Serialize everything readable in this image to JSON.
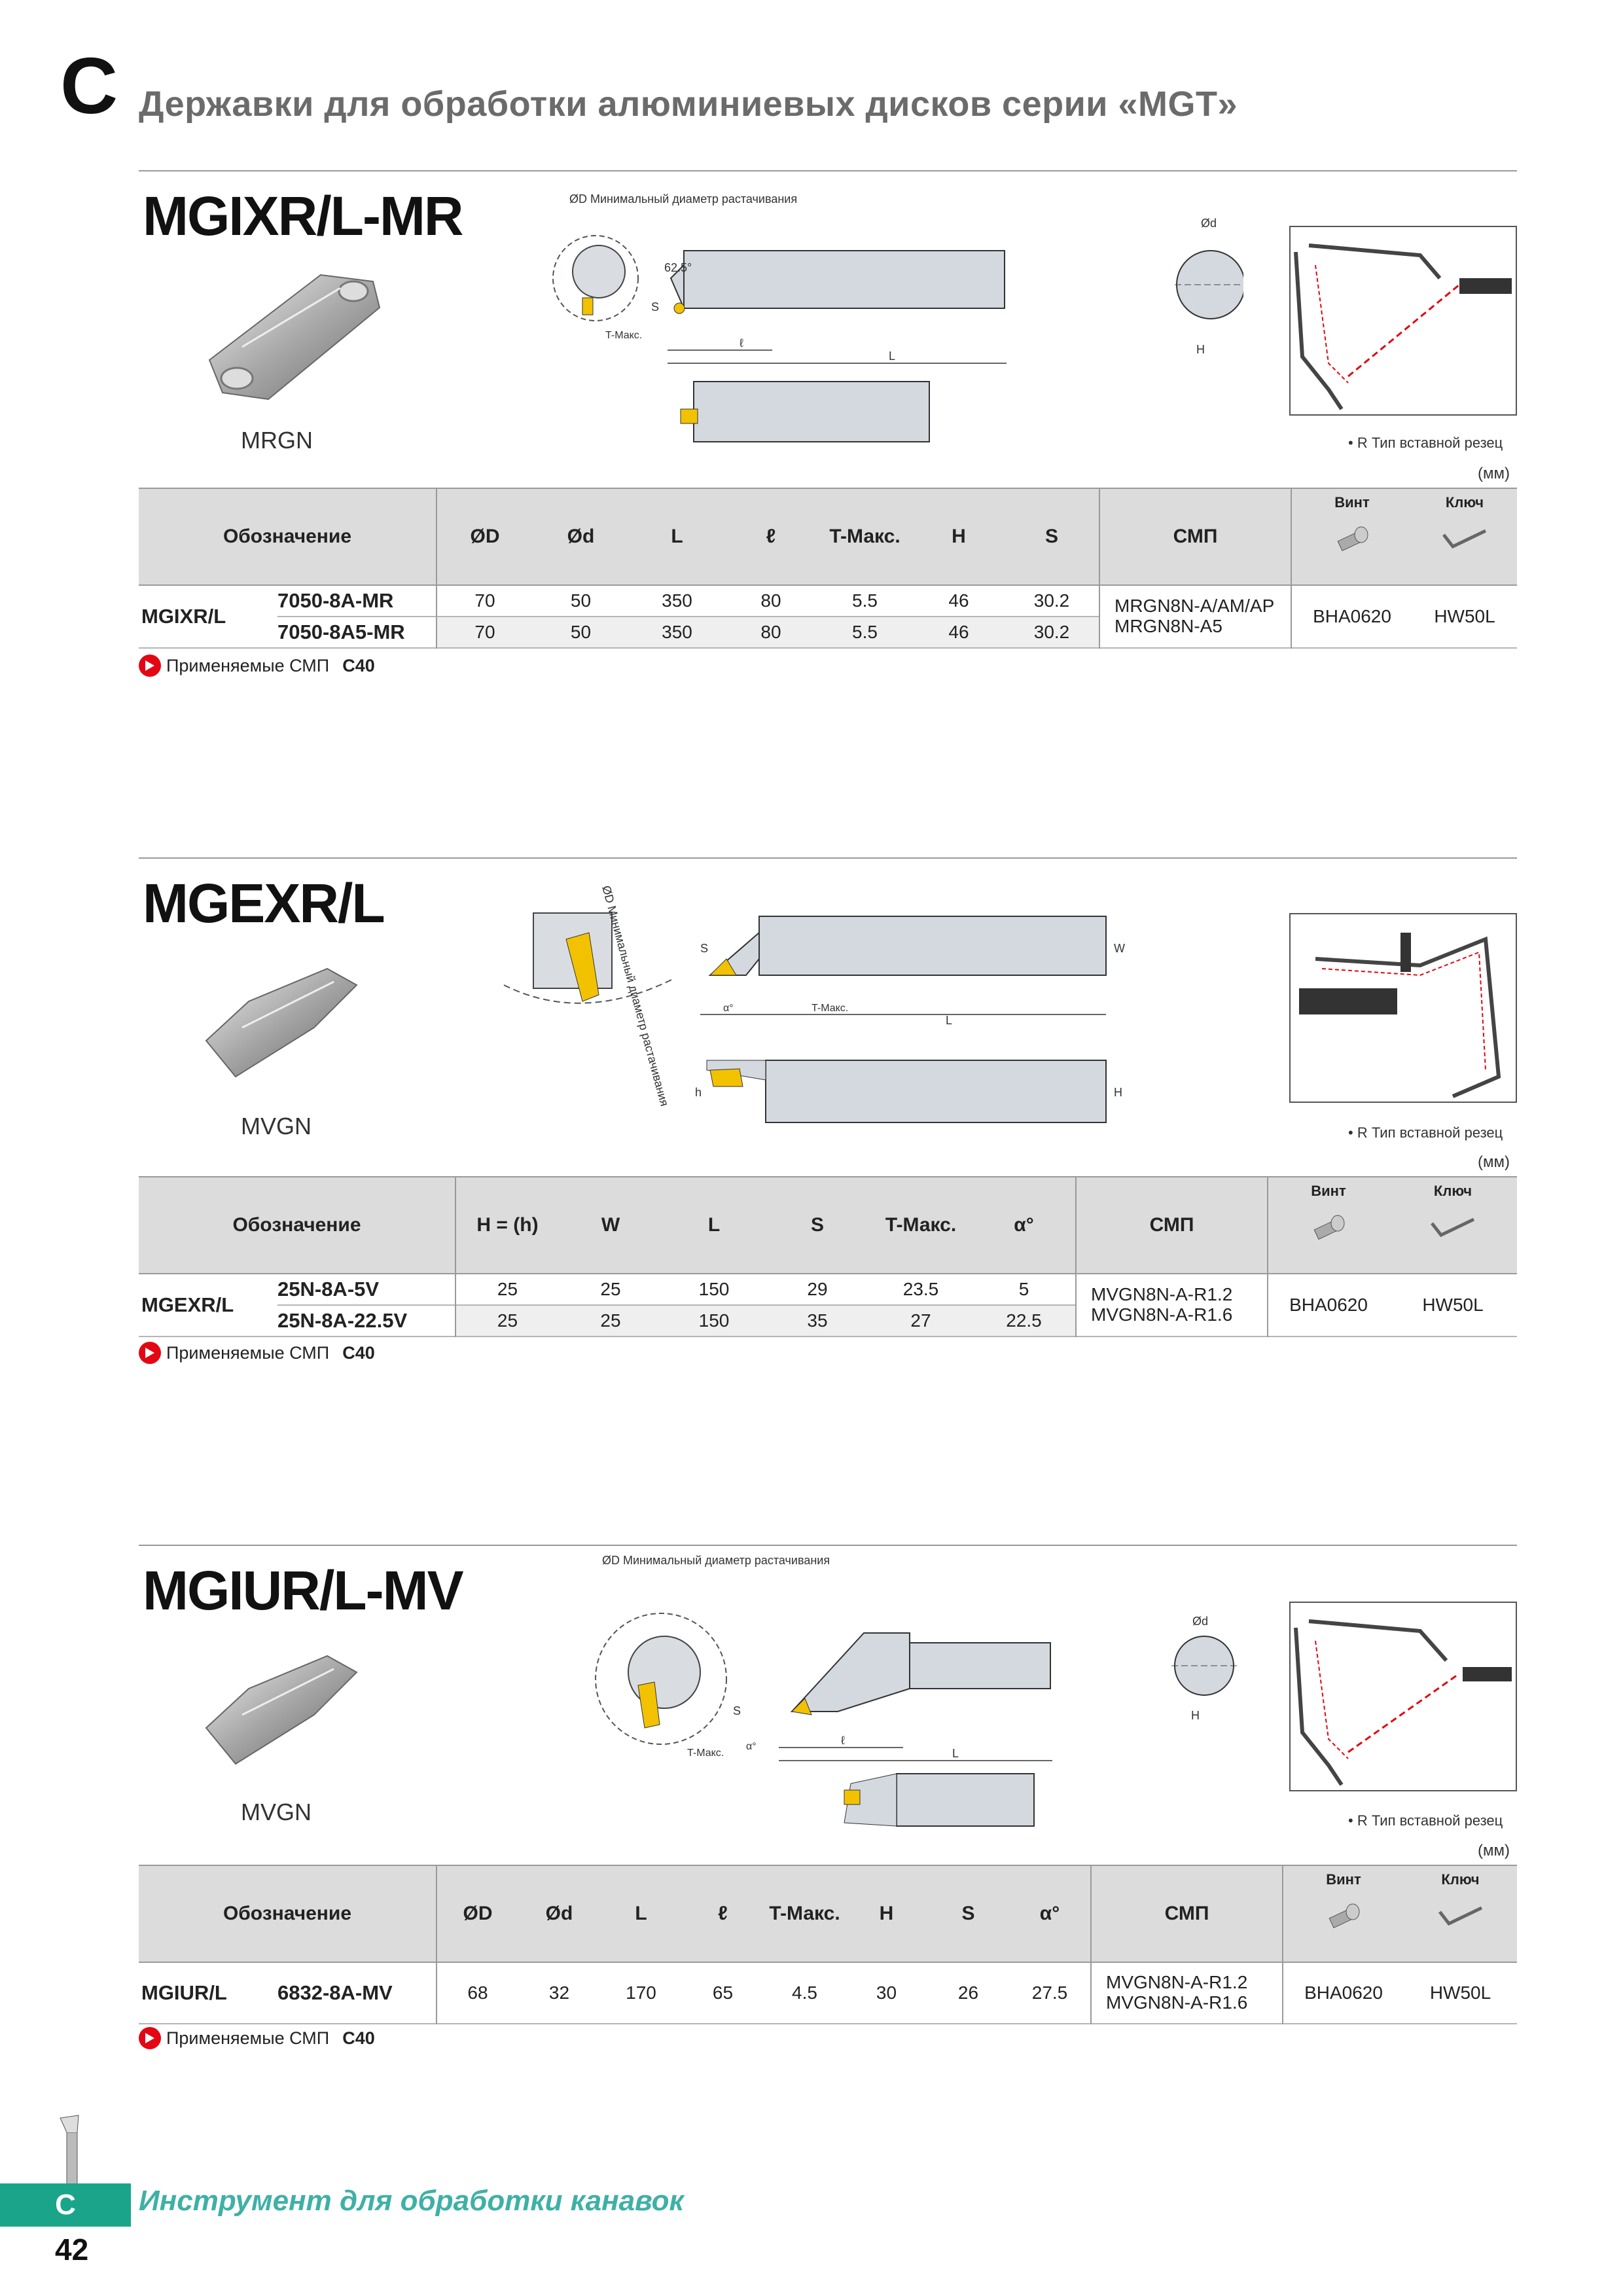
{
  "header": {
    "letter": "C",
    "title": "Державки для обработки алюминиевых дисков серии «MGT»"
  },
  "common": {
    "insert_note": "• R Тип вставной резец",
    "mm": "(мм)",
    "applied_label": "Применяемые СМП",
    "applied_ref": "C40",
    "screw_label": "Винт",
    "key_label": "Ключ"
  },
  "diagram_labels": {
    "min_bore": "ØD Минимальный диаметр растачивания",
    "od": "Ød",
    "s": "S",
    "t": "T-Макс.",
    "l_small": "ℓ",
    "L": "L",
    "H": "H",
    "W": "W",
    "h": "h",
    "alpha": "α°",
    "angle_62": "62.5°"
  },
  "sections": [
    {
      "title": "MGIXR/L-MR",
      "insert": "MRGN",
      "headers": [
        "Обозначение",
        "ØD",
        "Ød",
        "L",
        "ℓ",
        "T-Макс.",
        "H",
        "S",
        "СМП"
      ],
      "series": "MGIXR/L",
      "rows": [
        {
          "code": "7050-8A-MR",
          "vals": [
            "70",
            "50",
            "350",
            "80",
            "5.5",
            "46",
            "30.2"
          ]
        },
        {
          "code": "7050-8A5-MR",
          "vals": [
            "70",
            "50",
            "350",
            "80",
            "5.5",
            "46",
            "30.2"
          ]
        }
      ],
      "smp": [
        "MRGN8N-A/AM/AP",
        "MRGN8N-A5"
      ],
      "screw": "BHA0620",
      "key": "HW50L"
    },
    {
      "title": "MGEXR/L",
      "insert": "MVGN",
      "headers": [
        "Обозначение",
        "H = (h)",
        "W",
        "L",
        "S",
        "T-Макс.",
        "α°",
        "СМП"
      ],
      "series": "MGEXR/L",
      "rows": [
        {
          "code": "25N-8A-5V",
          "vals": [
            "25",
            "25",
            "150",
            "29",
            "23.5",
            "5"
          ]
        },
        {
          "code": "25N-8A-22.5V",
          "vals": [
            "25",
            "25",
            "150",
            "35",
            "27",
            "22.5"
          ]
        }
      ],
      "smp": [
        "MVGN8N-A-R1.2",
        "MVGN8N-A-R1.6"
      ],
      "screw": "BHA0620",
      "key": "HW50L"
    },
    {
      "title": "MGIUR/L-MV",
      "insert": "MVGN",
      "headers": [
        "Обозначение",
        "ØD",
        "Ød",
        "L",
        "ℓ",
        "T-Макс.",
        "H",
        "S",
        "α°",
        "СМП"
      ],
      "series": "MGIUR/L",
      "rows": [
        {
          "code": "6832-8A-MV",
          "vals": [
            "68",
            "32",
            "170",
            "65",
            "4.5",
            "30",
            "26",
            "27.5"
          ]
        }
      ],
      "smp": [
        "MVGN8N-A-R1.2",
        "MVGN8N-A-R1.6"
      ],
      "screw": "BHA0620",
      "key": "HW50L"
    }
  ],
  "footer": {
    "tab": "C",
    "text": "Инструмент для обработки канавок",
    "page": "42"
  },
  "colors": {
    "accent": "#1aa58b",
    "insert_gold": "#f2c200",
    "red": "#e30613"
  }
}
